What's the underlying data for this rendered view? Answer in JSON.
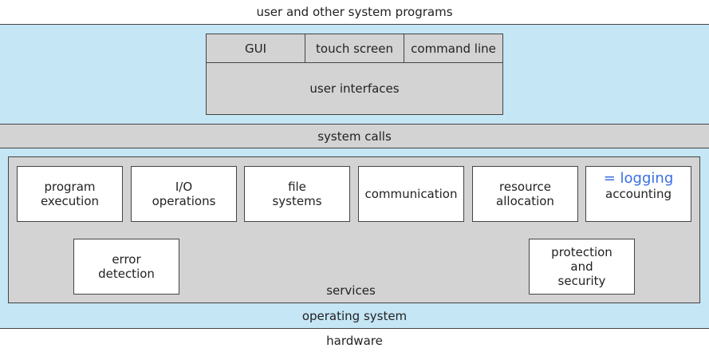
{
  "layers": {
    "top": "user and other system programs",
    "system_calls": "system calls",
    "operating_system": "operating system",
    "hardware": "hardware"
  },
  "user_interfaces": {
    "label": "user interfaces",
    "items": [
      "GUI",
      "touch screen",
      "command line"
    ]
  },
  "services": {
    "label": "services",
    "boxes": [
      {
        "lines": [
          "program",
          "execution"
        ]
      },
      {
        "lines": [
          "I/O",
          "operations"
        ]
      },
      {
        "lines": [
          "file",
          "systems"
        ]
      },
      {
        "lines": [
          "communication"
        ]
      },
      {
        "lines": [
          "resource",
          "allocation"
        ]
      },
      {
        "annotation": "= logging",
        "lines": [
          "accounting"
        ]
      },
      {
        "lines": [
          "error",
          "detection"
        ]
      },
      {
        "lines": [
          "protection",
          "and",
          "security"
        ]
      }
    ]
  },
  "colors": {
    "light_blue": "#c5e6f5",
    "gray": "#d3d3d3",
    "annotation_blue": "#3a6fe0",
    "border": "#444444"
  }
}
